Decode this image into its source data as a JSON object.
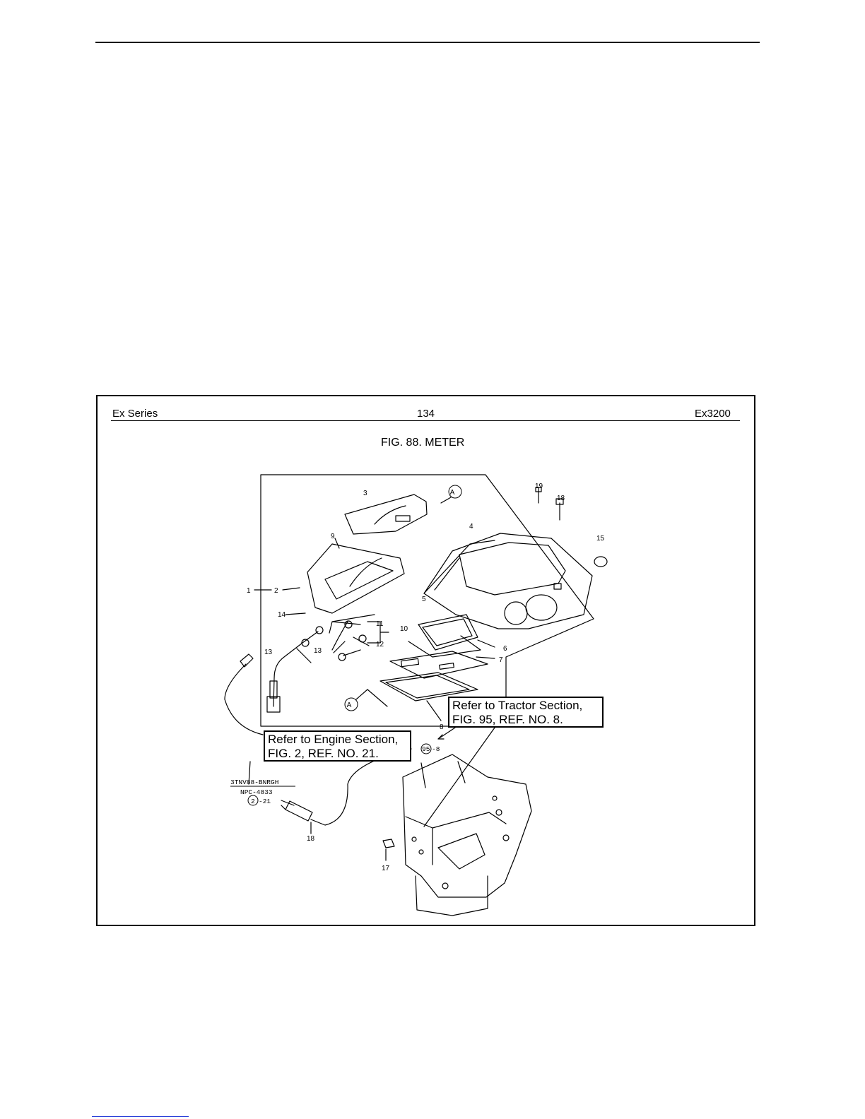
{
  "page": {
    "header_left": "Ex Series",
    "header_center": "134",
    "header_right": "Ex3200",
    "figure_title": "FIG. 88. METER"
  },
  "callouts": {
    "tractor": [
      "Refer to Tractor Section,",
      "FIG. 95, REF. NO. 8."
    ],
    "engine": [
      "Refer to Engine Section,",
      "FIG. 2, REF. NO. 21."
    ]
  },
  "diagram": {
    "part_numbers": [
      "1",
      "2",
      "3",
      "4",
      "5",
      "6",
      "7",
      "8",
      "9",
      "10",
      "11",
      "12",
      "13",
      "13",
      "14",
      "15",
      "17",
      "18",
      "18",
      "19"
    ],
    "view_marker": "A",
    "engine_code_line1": "3TNV88-BNRGH",
    "engine_code_line2": "NPC-4833",
    "engine_ref_circle": "2",
    "engine_ref_suffix": "-21",
    "tractor_ref_circle": "95",
    "tractor_ref_suffix": "-8"
  }
}
